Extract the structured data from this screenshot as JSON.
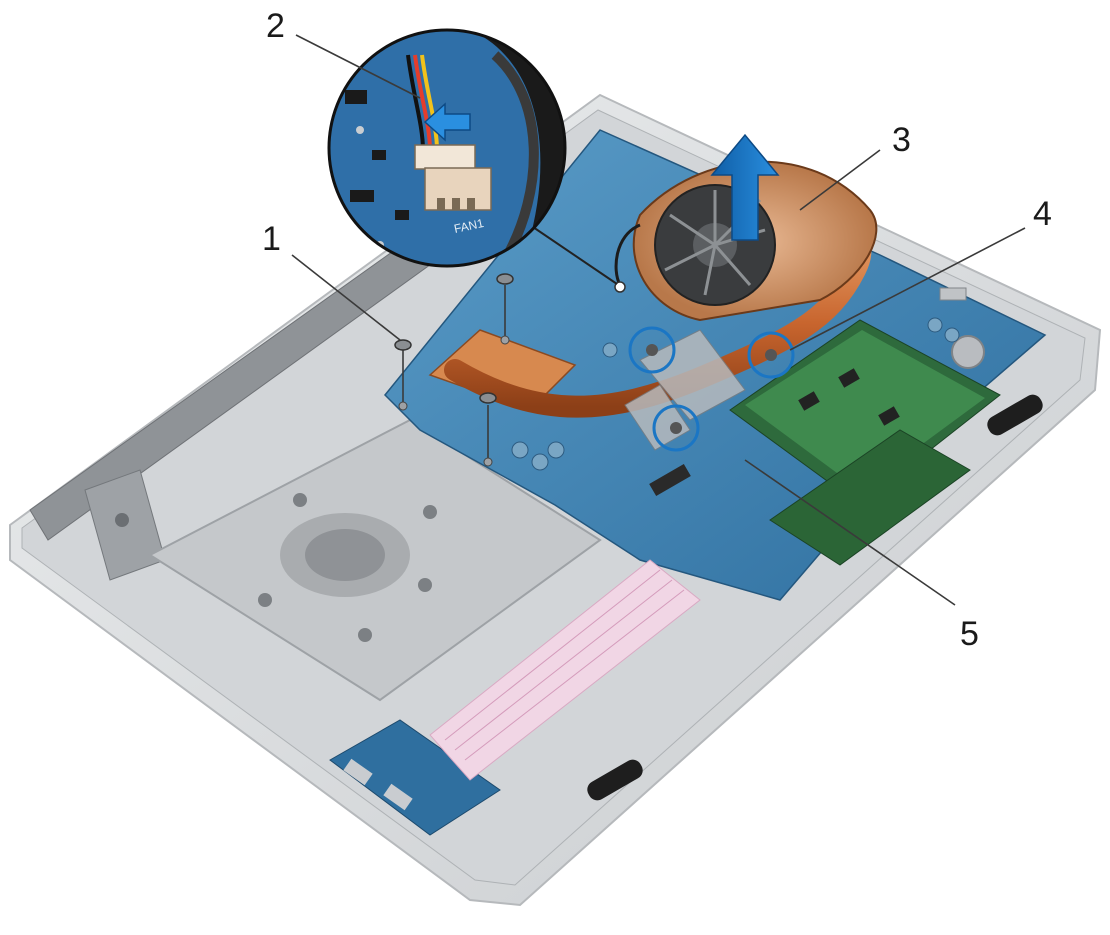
{
  "callouts": [
    {
      "id": "1",
      "label": "1"
    },
    {
      "id": "2",
      "label": "2"
    },
    {
      "id": "3",
      "label": "3"
    },
    {
      "id": "4",
      "label": "4"
    },
    {
      "id": "5",
      "label": "5"
    }
  ],
  "inset": {
    "connector_text": "FAN1"
  },
  "colors": {
    "chassis": "#dcdedf",
    "board": "#3d86ba",
    "heatpipe": "#c8652e",
    "heatsink_plate": "#d7894f",
    "arrow": "#1b76c4",
    "ribbon": "#f1d6e5"
  }
}
